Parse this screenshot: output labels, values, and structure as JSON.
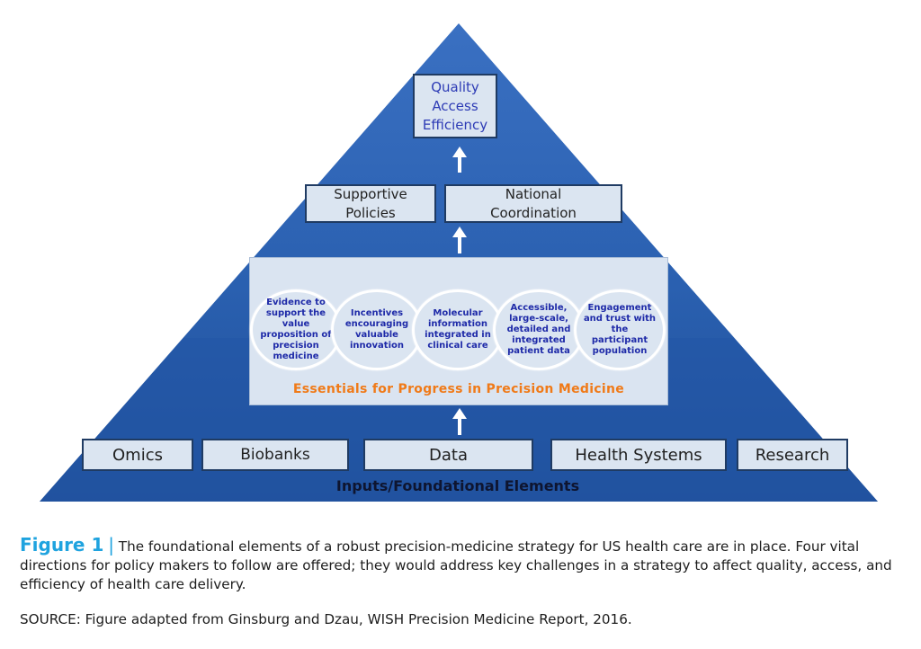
{
  "top_box": {
    "lines": [
      "Quality",
      "Access",
      "Efficiency"
    ]
  },
  "middle_boxes": [
    {
      "line1": "Supportive",
      "line2": "Policies"
    },
    {
      "line1": "National",
      "line2": "Coordination"
    }
  ],
  "essentials": {
    "circles": [
      "Evidence to support the value proposition of precision medicine",
      "Incentives encouraging valuable innovation",
      "Molecular information integrated in clinical care",
      "Accessible, large-scale, detailed and integrated patient data",
      "Engagement and trust with the participant population"
    ],
    "title": "Essentials for Progress in Precision Medicine"
  },
  "foundation": {
    "boxes": [
      "Omics",
      "Biobanks",
      "Data",
      "Health Systems",
      "Research"
    ],
    "label": "Inputs/Foundational Elements"
  },
  "caption": {
    "figure_label": "Figure 1",
    "separator": "|",
    "text": "The foundational elements of a robust precision-medicine strategy for US health care are in place. Four vital directions for policy makers to follow are offered; they would address key challenges in a strategy to affect quality, access, and efficiency of health care delivery.",
    "source": "SOURCE: Figure adapted from Ginsburg and Dzau, WISH Precision Medicine Report, 2016."
  },
  "colors": {
    "pyramid_top": "#2d62b5",
    "pyramid_bottom": "#2459a8",
    "box_fill": "#dbe5f1",
    "box_border": "#1f3b63",
    "essentials_title": "#f07a18",
    "figure_label": "#1fa3df"
  }
}
